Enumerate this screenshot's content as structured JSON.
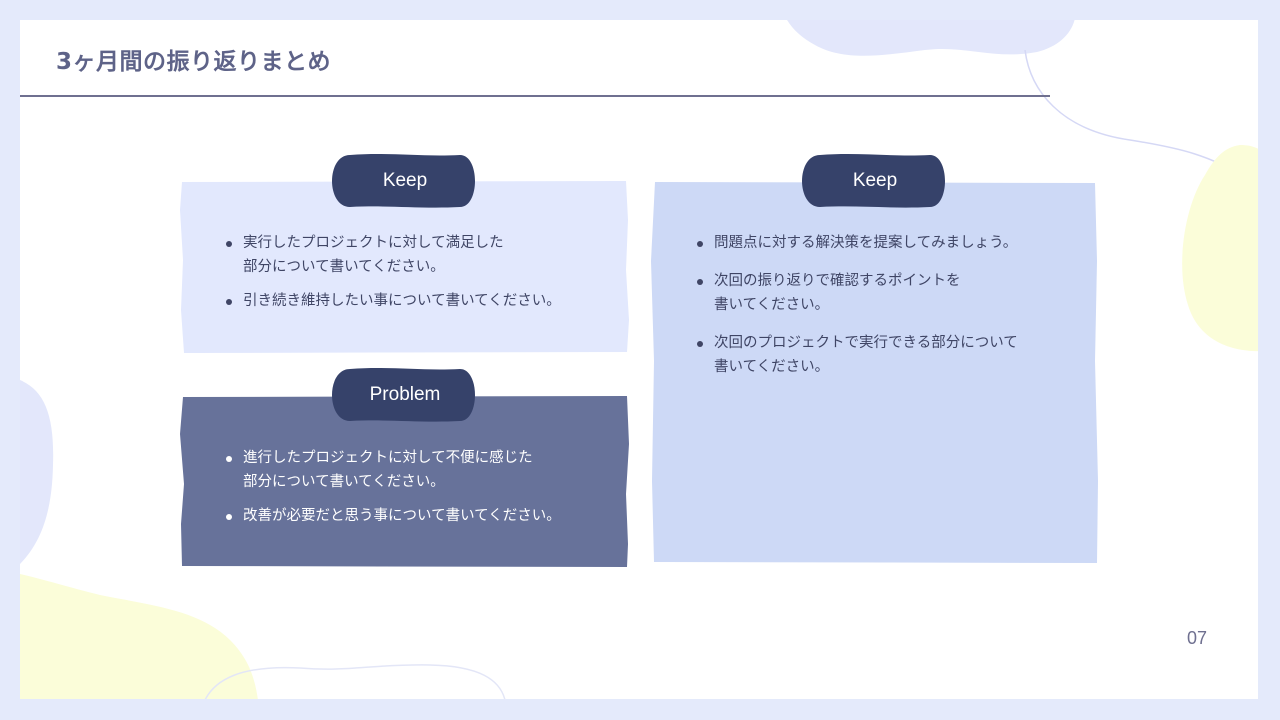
{
  "slide": {
    "title": "3ヶ月間の振り返りまとめ",
    "page_number": "07"
  },
  "cards": [
    {
      "label": "Keep",
      "items": [
        "実行したプロジェクトに対して満足した\n部分について書いてください。",
        "引き続き維持したい事について書いてください。"
      ]
    },
    {
      "label": "Problem",
      "items": [
        "進行したプロジェクトに対して不便に感じた\n部分について書いてください。",
        "改善が必要だと思う事について書いてください。"
      ]
    },
    {
      "label": "Keep",
      "items": [
        "問題点に対する解決策を提案してみましょう。",
        "次回の振り返りで確認するポイントを\n書いてください。",
        "次回のプロジェクトで実行できる部分について\n書いてください。"
      ]
    }
  ],
  "colors": {
    "frame": "#e4eafb",
    "title": "#5e6388",
    "pill": "#36426a",
    "keep_card": "#e2e8fd",
    "problem_card": "#67729a",
    "try_card": "#cdd9f6",
    "yellow_blob": "#fbfdd9",
    "lavender_blob": "#e3e7fb"
  }
}
